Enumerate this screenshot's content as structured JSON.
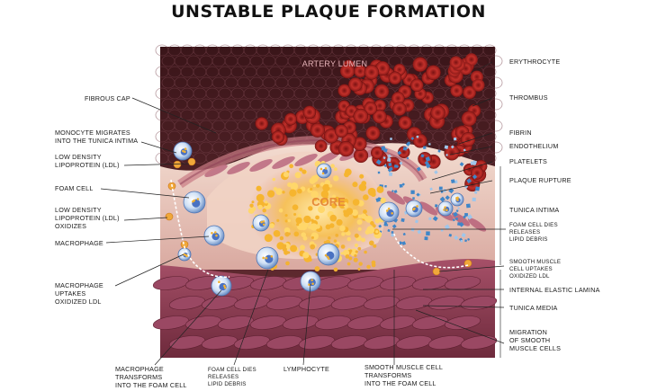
{
  "title": "UNSTABLE PLAQUE FORMATION",
  "regions": {
    "artery_lumen": "ARTERY LUMEN",
    "core": "CORE"
  },
  "labels_left": [
    {
      "key": "fibrous_cap",
      "lines": [
        "FIBROUS CAP"
      ]
    },
    {
      "key": "monocyte",
      "lines": [
        "MONOCYTE MIGRATES",
        "INTO THE TUNICA INTIMA"
      ]
    },
    {
      "key": "ldl",
      "lines": [
        "LOW DENSITY",
        "LIPOPROTEIN (LDL)"
      ]
    },
    {
      "key": "foam_cell",
      "lines": [
        "FOAM CELL"
      ]
    },
    {
      "key": "ldl_oxidizes",
      "lines": [
        "LOW DENSITY",
        "LIPOPROTEIN (LDL)",
        "OXIDIZES"
      ]
    },
    {
      "key": "macrophage",
      "lines": [
        "MACROPHAGE"
      ]
    },
    {
      "key": "macrophage_uptakes",
      "lines": [
        "MACROPHAGE",
        "UPTAKES",
        "OXIDIZED LDL"
      ]
    }
  ],
  "labels_right": [
    {
      "key": "erythrocyte",
      "lines": [
        "ERYTHROCYTE"
      ]
    },
    {
      "key": "thrombus",
      "lines": [
        "THROMBUS"
      ]
    },
    {
      "key": "fibrin",
      "lines": [
        "FIBRIN"
      ]
    },
    {
      "key": "endothelium",
      "lines": [
        "ENDOTHELIUM"
      ]
    },
    {
      "key": "platelets",
      "lines": [
        "PLATELETS"
      ]
    },
    {
      "key": "plaque_rupture",
      "lines": [
        "PLAQUE RUPTURE"
      ]
    },
    {
      "key": "tunica_intima",
      "lines": [
        "TUNICA INTIMA"
      ]
    },
    {
      "key": "foam_dies",
      "lines": [
        "FOAM CELL DIES",
        "RELEASES",
        "LIPID DEBRIS"
      ]
    },
    {
      "key": "smc_uptakes",
      "lines": [
        "SMOOTH MUSCLE",
        "CELL UPTAKES",
        "OXIDIZED LDL"
      ]
    },
    {
      "key": "iel",
      "lines": [
        "INTERNAL ELASTIC LAMINA"
      ]
    },
    {
      "key": "tunica_media",
      "lines": [
        "TUNICA MEDIA"
      ]
    },
    {
      "key": "migration",
      "lines": [
        "MIGRATION",
        "OF SMOOTH",
        "MUSCLE CELLS"
      ]
    }
  ],
  "labels_bottom": [
    {
      "key": "macro_transforms",
      "lines": [
        "MACROPHAGE",
        "TRANSFORMS",
        "INTO THE FOAM CELL"
      ]
    },
    {
      "key": "foam_dies_bottom",
      "lines": [
        "FOAM CELL DIES",
        "RELEASES",
        "LIPID DEBRIS"
      ]
    },
    {
      "key": "lymphocyte",
      "lines": [
        "LYMPHOCYTE"
      ]
    },
    {
      "key": "smc_transforms",
      "lines": [
        "SMOOTH MUSCLE CELL",
        "TRANSFORMS",
        "INTO THE FOAM CELL"
      ]
    }
  ],
  "colors": {
    "lumen": "#4a1e24",
    "erythrocyte": "#b0231f",
    "intima": "#e8c6b8",
    "media": "#8e3e55",
    "core": "#f3b233",
    "platelet": "#3f86c8"
  }
}
